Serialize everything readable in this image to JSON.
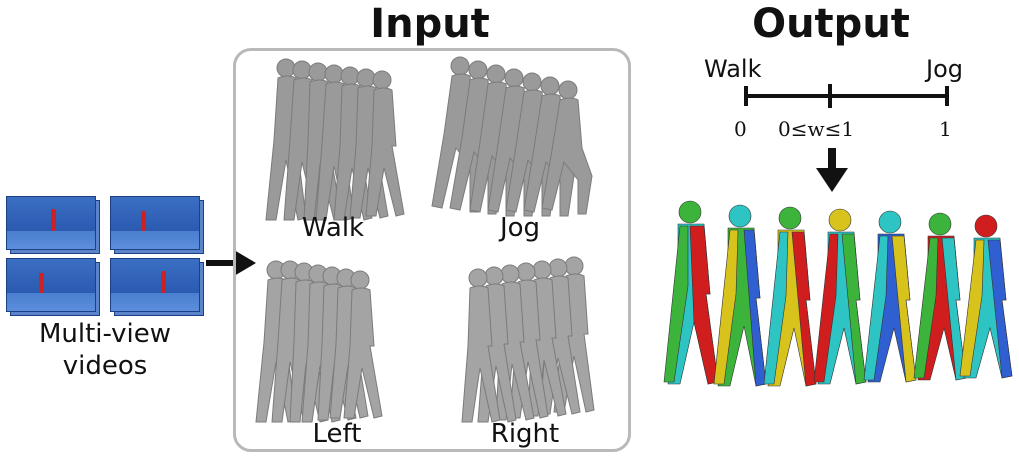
{
  "header": {
    "input_title": "Input",
    "output_title": "Output"
  },
  "inputs": {
    "videos_label_line1": "Multi-view",
    "videos_label_line2": "videos",
    "motions": [
      {
        "label": "Walk"
      },
      {
        "label": "Jog"
      },
      {
        "label": "Left"
      },
      {
        "label": "Right"
      }
    ]
  },
  "output": {
    "slider_left_label": "Walk",
    "slider_right_label": "Jog",
    "tick_left": "0",
    "tick_mid": "0≤w≤1",
    "tick_right": "1"
  },
  "colors": {
    "mesh_gray": "#9a9a9a",
    "box_border": "#b9b9b9",
    "video_blue": "#2d5db4",
    "seg_green": "#3cb43c",
    "seg_red": "#d01e1e",
    "seg_cyan": "#2ec4c4",
    "seg_yellow": "#d8c21c",
    "seg_blue": "#2f5fd0"
  }
}
